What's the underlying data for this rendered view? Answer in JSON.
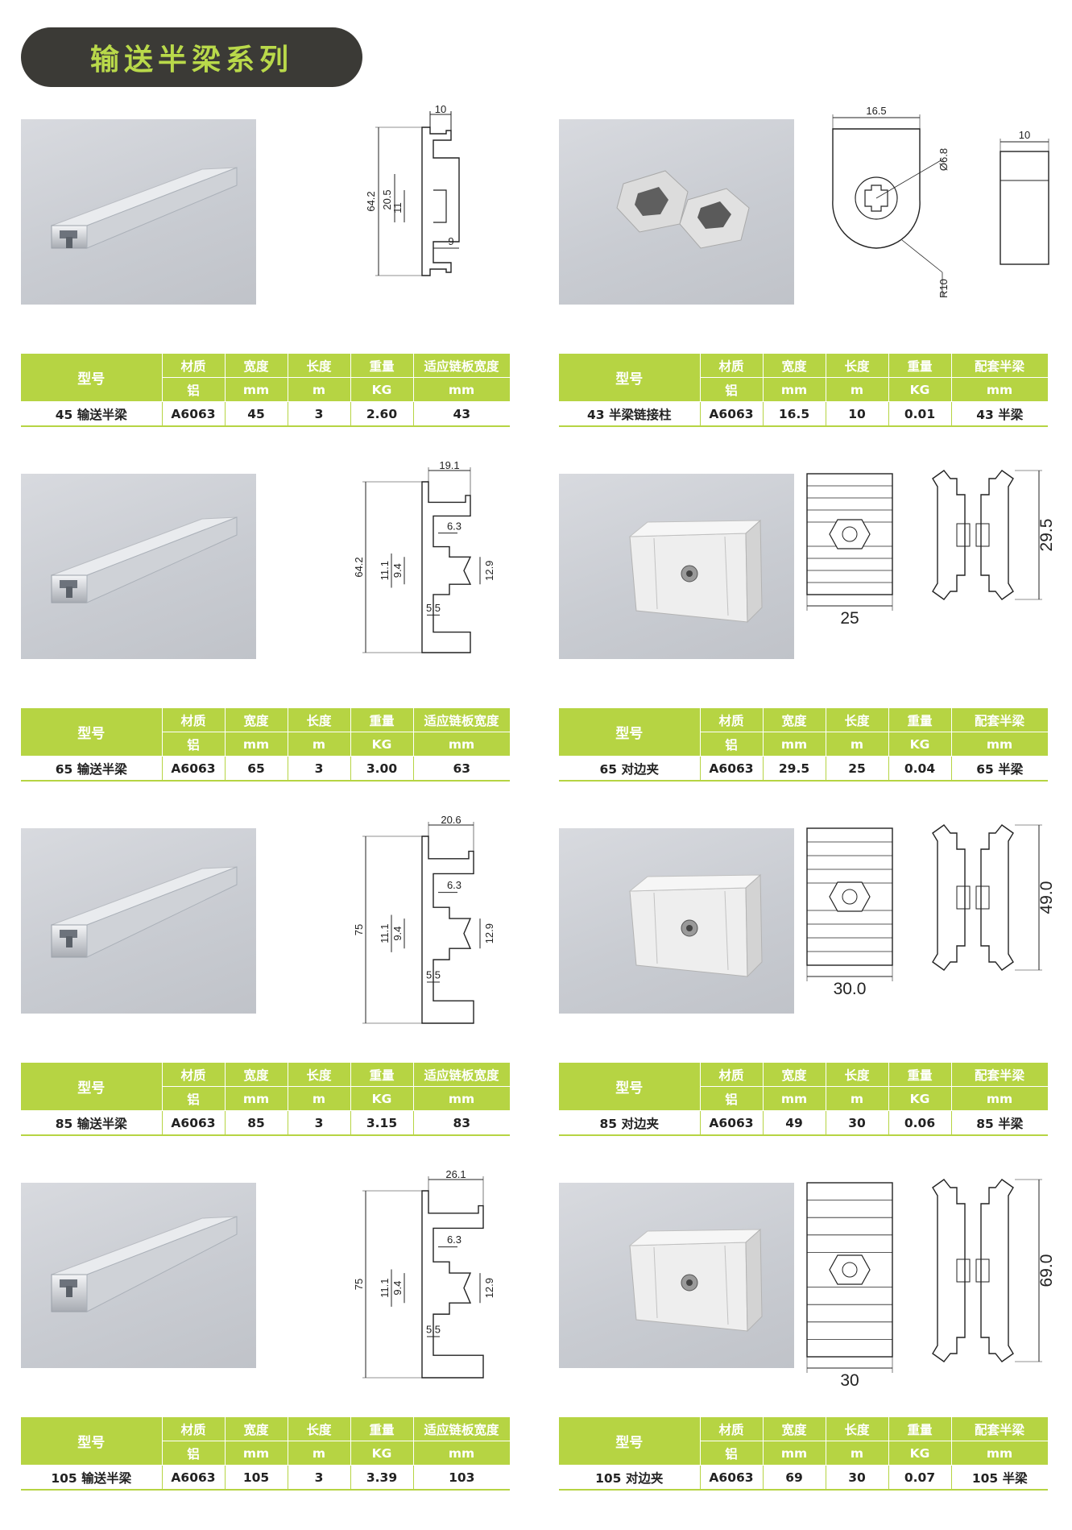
{
  "title": "输送半梁系列",
  "colors": {
    "accent": "#b6d443",
    "title_bg": "#3b3a36",
    "title_text": "#b9d94a"
  },
  "header_left": [
    "型号",
    "材质",
    "宽度",
    "长度",
    "重量",
    "适应链板宽度"
  ],
  "header_right": [
    "型号",
    "材质",
    "宽度",
    "长度",
    "重量",
    "配套半梁"
  ],
  "units_left": [
    "铝",
    "mm",
    "m",
    "KG",
    "mm"
  ],
  "units_right": [
    "铝",
    "mm",
    "m",
    "KG",
    "mm"
  ],
  "rows": [
    {
      "left": {
        "model": "45 输送半梁",
        "material": "A6063",
        "width": "45",
        "length": "3",
        "weight": "2.60",
        "chain": "43"
      },
      "right": {
        "model": "43 半梁链接柱",
        "material": "A6063",
        "width": "16.5",
        "length": "10",
        "weight": "0.01",
        "beam": "43 半梁"
      },
      "dims_left": {
        "top": "10",
        "overall": "64.2",
        "d2": "20.5",
        "d3": "11",
        "d4": "9"
      },
      "dims_right": {
        "top": "16.5",
        "dia": "Ø6.8",
        "radius": "R10",
        "thick": "10"
      }
    },
    {
      "left": {
        "model": "65 输送半梁",
        "material": "A6063",
        "width": "65",
        "length": "3",
        "weight": "3.00",
        "chain": "63"
      },
      "right": {
        "model": "65 对边夹",
        "material": "A6063",
        "width": "29.5",
        "length": "25",
        "weight": "0.04",
        "beam": "65 半梁"
      },
      "dims_left": {
        "top": "19.1",
        "overall": "64.2",
        "a": "6.3",
        "b": "11.1",
        "c": "9.4",
        "d": "12.9",
        "e": "5.5"
      },
      "dims_right": {
        "w": "25",
        "h": "29.5"
      }
    },
    {
      "left": {
        "model": "85 输送半梁",
        "material": "A6063",
        "width": "85",
        "length": "3",
        "weight": "3.15",
        "chain": "83"
      },
      "right": {
        "model": "85 对边夹",
        "material": "A6063",
        "width": "49",
        "length": "30",
        "weight": "0.06",
        "beam": "85 半梁"
      },
      "dims_left": {
        "top": "20.6",
        "overall": "75",
        "a": "6.3",
        "b": "11.1",
        "c": "9.4",
        "d": "12.9",
        "e": "5.5"
      },
      "dims_right": {
        "w": "30.0",
        "h": "49.0"
      }
    },
    {
      "left": {
        "model": "105 输送半梁",
        "material": "A6063",
        "width": "105",
        "length": "3",
        "weight": "3.39",
        "chain": "103"
      },
      "right": {
        "model": "105 对边夹",
        "material": "A6063",
        "width": "69",
        "length": "30",
        "weight": "0.07",
        "beam": "105 半梁"
      },
      "dims_left": {
        "top": "26.1",
        "overall": "75",
        "a": "6.3",
        "b": "11.1",
        "c": "9.4",
        "d": "12.9",
        "e": "5.5"
      },
      "dims_right": {
        "w": "30",
        "h": "69.0"
      }
    }
  ]
}
